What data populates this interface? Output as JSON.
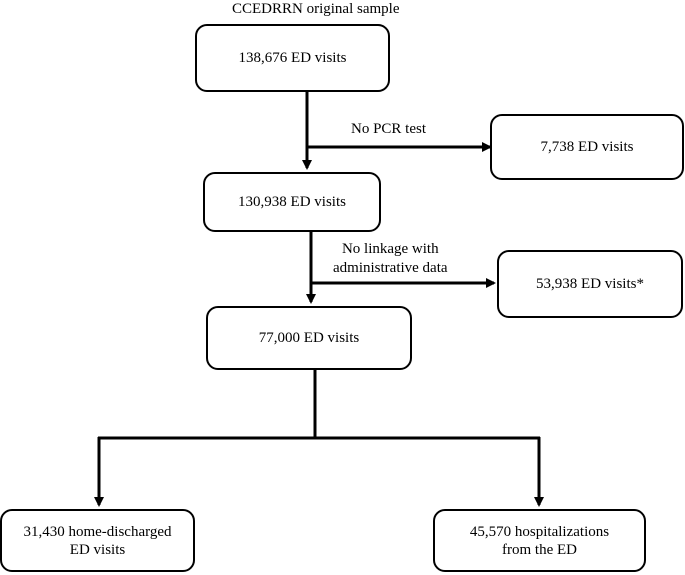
{
  "title": "CCEDRRN original sample",
  "boxes": {
    "start": "138,676 ED visits",
    "pcr_excluded": "7,738 ED visits",
    "after_pcr": "130,938 ED visits",
    "linkage_excluded": "53,938 ED visits*",
    "after_linkage": "77,000 ED visits",
    "discharged_line1": "31,430 home-discharged",
    "discharged_line2": "ED visits",
    "hospitalized_line1": "45,570 hospitalizations",
    "hospitalized_line2": "from the ED"
  },
  "edge_labels": {
    "no_pcr": "No PCR test",
    "no_linkage_line1": "No linkage with",
    "no_linkage_line2": "administrative data"
  }
}
